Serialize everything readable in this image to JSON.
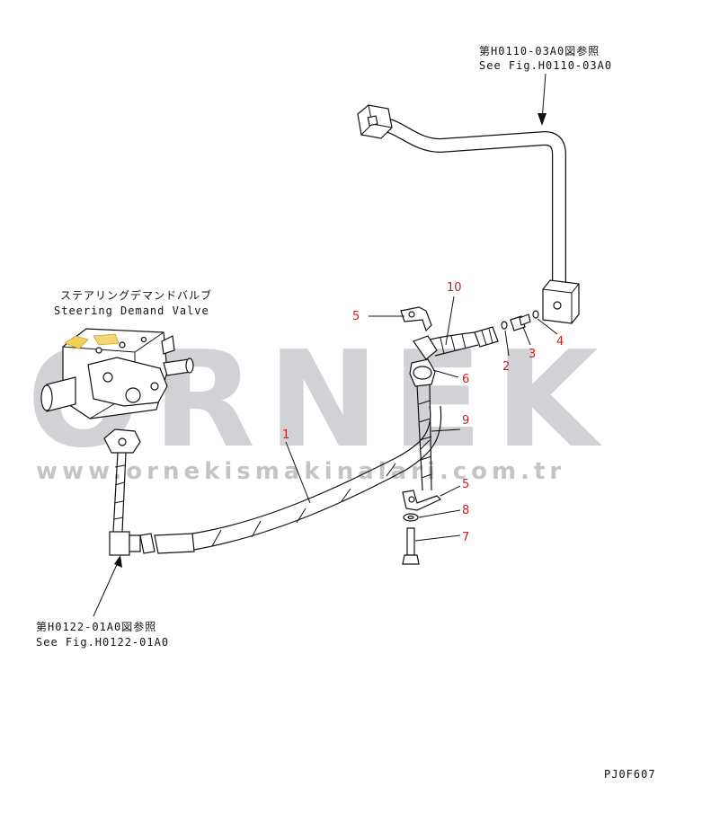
{
  "watermark": {
    "brand": "ORNEK",
    "url": "www.ornekismakinalari.com.tr"
  },
  "references": {
    "top": {
      "jp": "第H0110-03A0図参照",
      "en": "See Fig.H0110-03A0"
    },
    "bottom": {
      "jp": "第H0122-01A0図参照",
      "en": "See Fig.H0122-01A0"
    }
  },
  "valve": {
    "jp": "ステアリングデマンドバルブ",
    "en": "Steering Demand Valve"
  },
  "callouts": {
    "c1": "1",
    "c2": "2",
    "c3": "3",
    "c4": "4",
    "c5a": "5",
    "c5b": "5",
    "c6": "6",
    "c7": "7",
    "c8": "8",
    "c9": "9",
    "c10": "10"
  },
  "drawing_code": "PJ0F607",
  "colors": {
    "callout": "#cc1f1f",
    "line": "#111111",
    "watermark": "#d2d2d6"
  }
}
